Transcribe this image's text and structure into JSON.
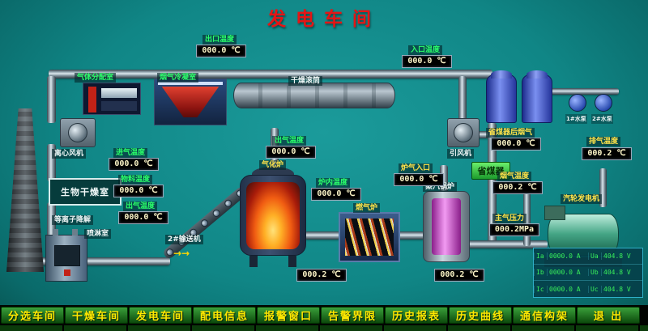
{
  "title": "发电车间",
  "labels": {
    "gas_dist": "气体分配室",
    "condenser": "烟气冷凝室",
    "dryer_drum": "干燥滚筒",
    "centrifugal_fan": "离心风机",
    "induced_fan": "引风机",
    "bio_dry_room": "生物干燥室",
    "plasma": "等离子降解",
    "spray_room": "喷淋室",
    "conveyor": "2#输送机",
    "gasifier": "气化炉",
    "gas_furnace": "燃气炉",
    "steam_boiler": "蒸汽锅炉",
    "economizer": "省煤器",
    "turbine_gen": "汽轮发电机",
    "pump1": "1#水泵",
    "pump2": "2#水泵"
  },
  "readouts": {
    "outlet_top": {
      "label": "出口温度",
      "value": "000.0 ℃"
    },
    "inlet_top": {
      "label": "入口温度",
      "value": "000.0 ℃"
    },
    "intake_left": {
      "label": "进气温度",
      "value": "000.0 ℃"
    },
    "material_left": {
      "label": "物料温度",
      "value": "000.0 ℃"
    },
    "outgas_left": {
      "label": "出气温度",
      "value": "000.0 ℃"
    },
    "outgas_center": {
      "label": "出气温度",
      "value": "000.0 ℃"
    },
    "furnace_inner": {
      "label": "炉内温度",
      "value": "000.0 ℃"
    },
    "furnace_inlet": {
      "label": "炉气入口",
      "value": "000.0 ℃"
    },
    "flue_after_eco": {
      "label": "省煤器后烟气",
      "value": "000.0 ℃"
    },
    "flue_temp": {
      "label": "烟气温度",
      "value": "000.2 ℃"
    },
    "steam_press": {
      "label": "主气压力",
      "value": "000.2MPa"
    },
    "exhaust_right": {
      "label": "排气温度",
      "value": "000.2 ℃"
    },
    "hearth_bottom": {
      "value": "000.2 ℃"
    },
    "boiler_bottom": {
      "value": "000.2 ℃"
    }
  },
  "generator_table": {
    "rows": [
      [
        "Ia",
        "0000.0 A",
        "Ua",
        "404.8 V"
      ],
      [
        "Ib",
        "0000.0 A",
        "Ub",
        "404.8 V"
      ],
      [
        "Ic",
        "0000.0 A",
        "Uc",
        "404.8 V"
      ]
    ]
  },
  "menu": {
    "items": [
      "分选车间",
      "干燥车间",
      "发电车间",
      "配电信息",
      "报警窗口",
      "告警界限",
      "历史报表",
      "历史曲线",
      "通信构架",
      "退 出"
    ]
  },
  "misc": {
    "arrow": "→→"
  },
  "colors": {
    "background_teal": "#108686",
    "title_red": "#e51515",
    "label_green": "#2aff6a",
    "label_yellow": "#ffe34a",
    "menu_yellow": "#ffe800"
  }
}
